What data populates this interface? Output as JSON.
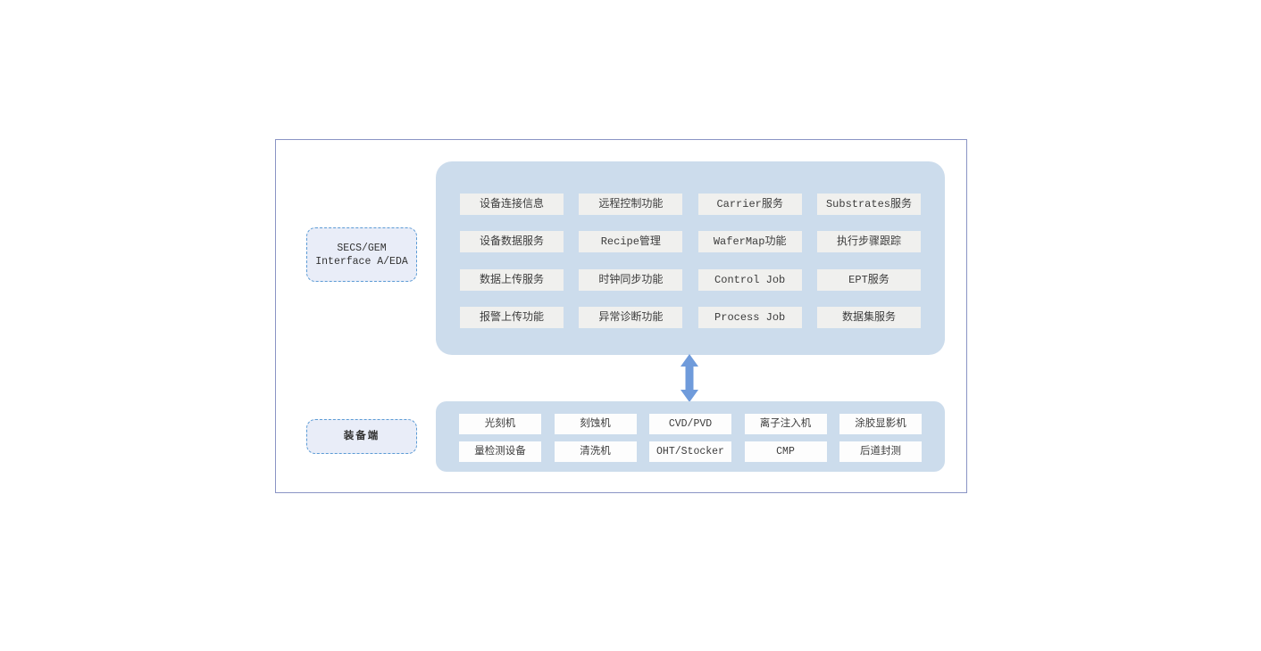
{
  "diagram": {
    "left_labels": {
      "secs_gem": {
        "line1": "SECS/GEM",
        "line2": "Interface A/EDA"
      },
      "equipment_side": "装备端"
    },
    "top_panel": {
      "items": [
        "设备连接信息",
        "远程控制功能",
        "Carrier服务",
        "Substrates服务",
        "设备数据服务",
        "Recipe管理",
        "WaferMap功能",
        "执行步骤跟踪",
        "数据上传服务",
        "时钟同步功能",
        "Control Job",
        "EPT服务",
        "报警上传功能",
        "异常诊断功能",
        "Process Job",
        "数据集服务"
      ]
    },
    "bottom_panel": {
      "items": [
        "光刻机",
        "刻蚀机",
        "CVD/PVD",
        "离子注入机",
        "涂胶显影机",
        "量检测设备",
        "清洗机",
        "OHT/Stocker",
        "CMP",
        "后道封测"
      ]
    },
    "icons": {
      "connector": "bidirectional-arrow"
    },
    "colors": {
      "panel_fill": "#ccdcec",
      "function_box_fill": "#f0f0ee",
      "equipment_box_fill": "#fdfdfd",
      "box_text": "#3c3c3c",
      "outer_border": "#8a94c4",
      "label_border": "#5b9bd5",
      "label_fill": "#e9edf8",
      "arrow": "#6f9bdb"
    }
  }
}
